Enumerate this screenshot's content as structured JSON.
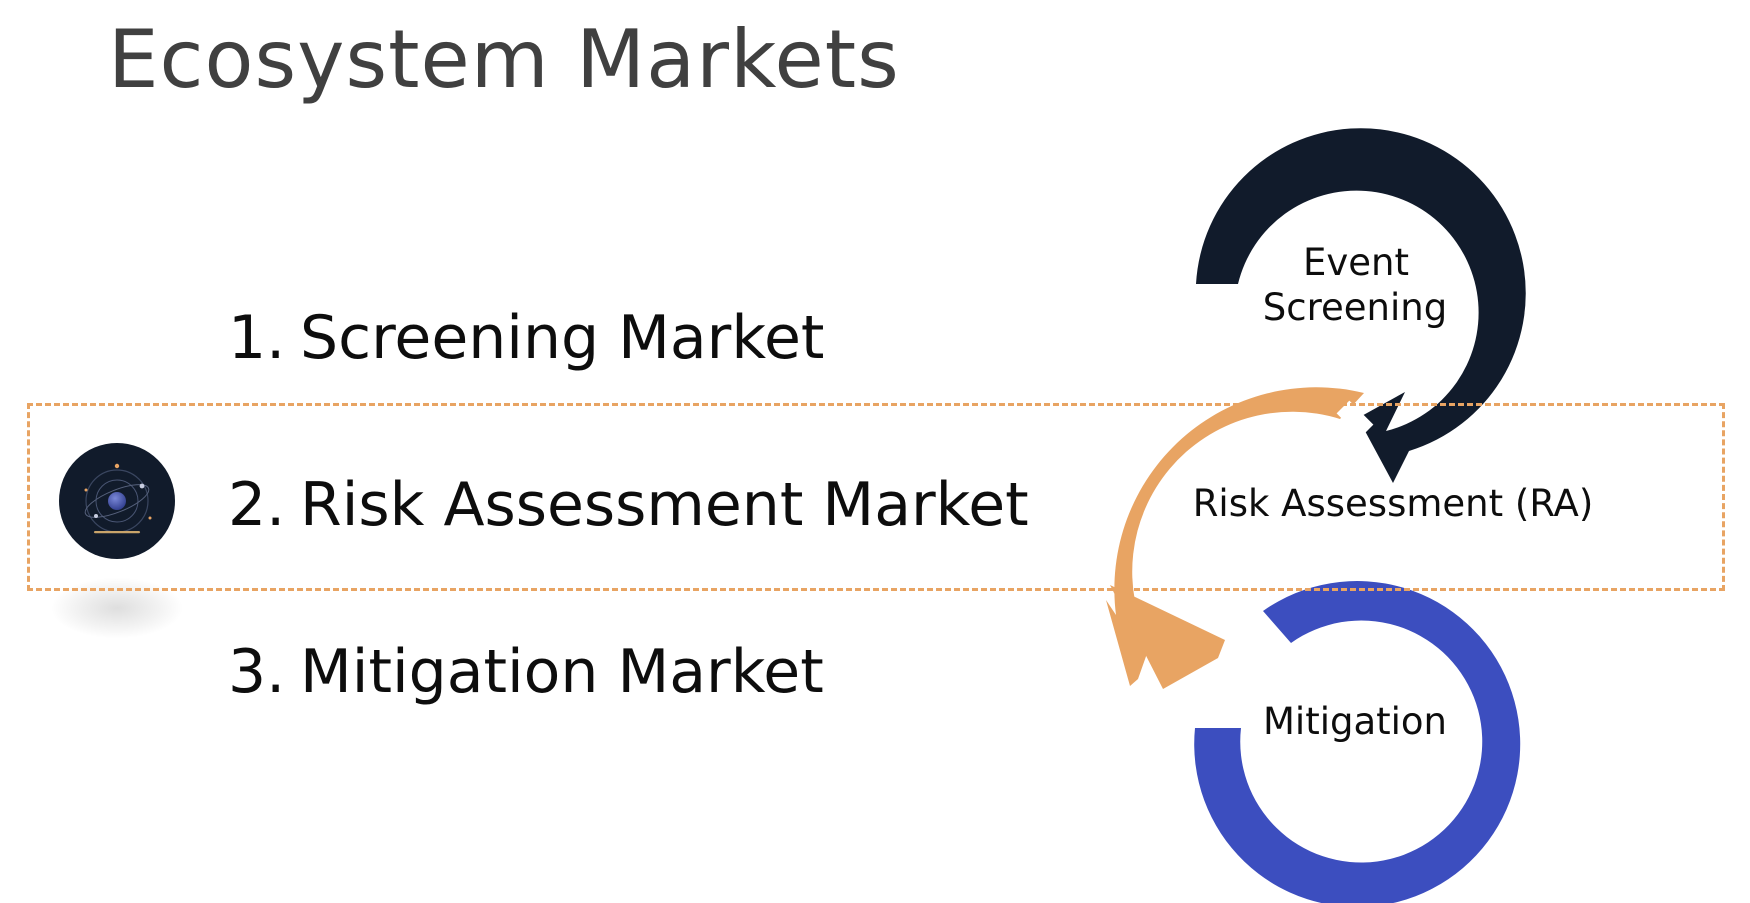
{
  "title": "Ecosystem Markets",
  "markets": [
    {
      "number": "1.",
      "label": "Screening Market"
    },
    {
      "number": "2.",
      "label": "Risk Assessment Market"
    },
    {
      "number": "3.",
      "label": "Mitigation Market"
    }
  ],
  "cycle": {
    "stages": [
      {
        "lines": [
          "Event",
          "Screening"
        ],
        "color": "#111b2b"
      },
      {
        "lines": [
          "Risk Assessment (RA)"
        ],
        "color": "#e8a463"
      },
      {
        "lines": [
          "Mitigation"
        ],
        "color": "#3c4ebf"
      }
    ]
  },
  "highlight_color": "#e8a463",
  "logo_icon": "planet-orbit-icon"
}
